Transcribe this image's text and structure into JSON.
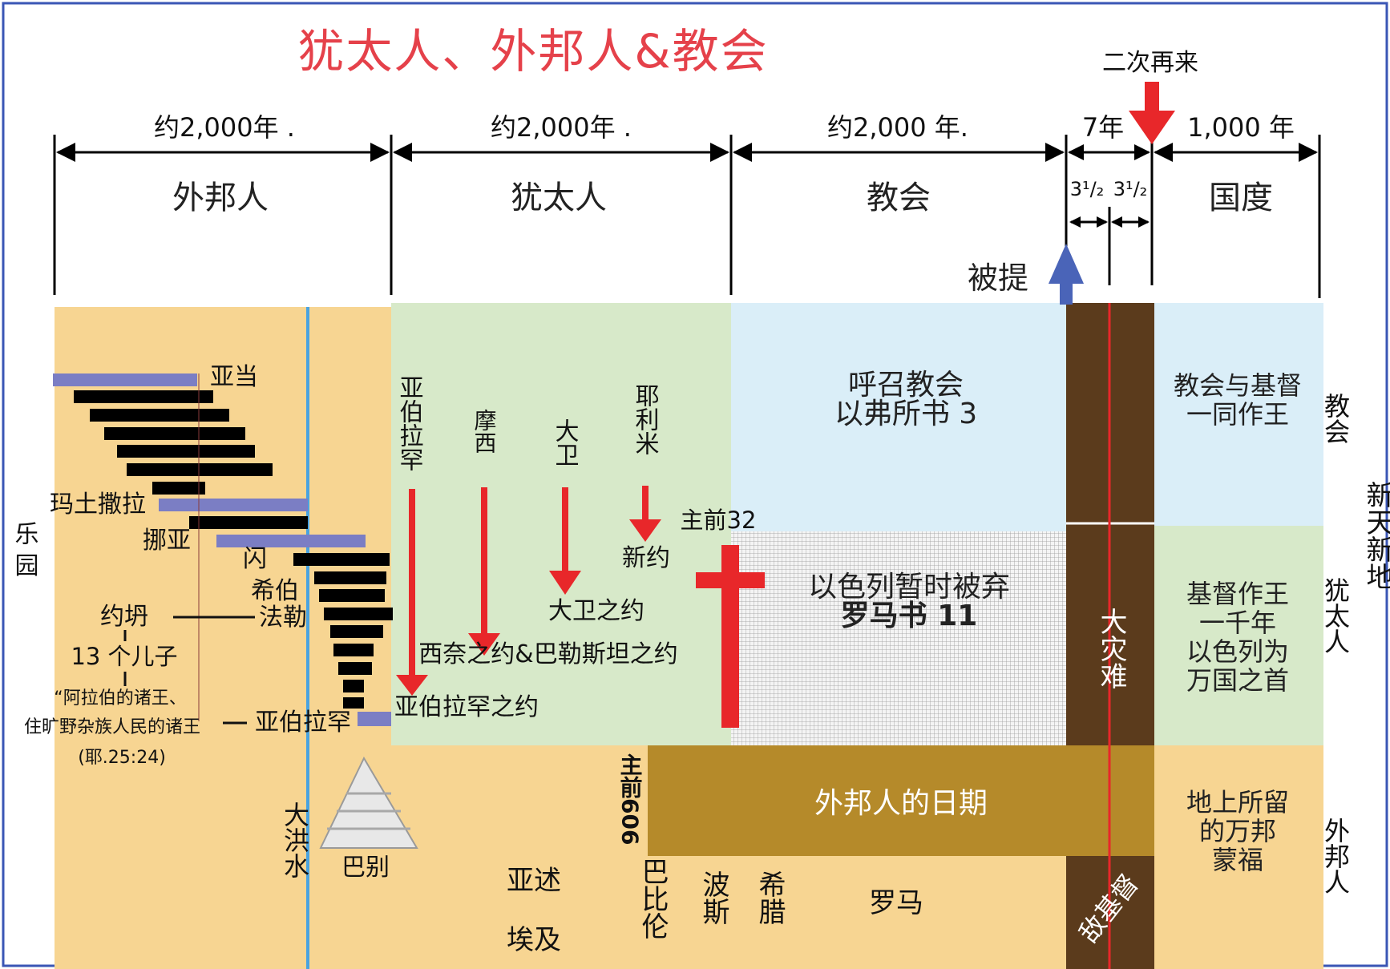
{
  "colors": {
    "frame": "#3a56b5",
    "title": "#e5414a",
    "gentile_bg": "#f7d592",
    "jew_bg": "#d7e9c9",
    "church_bg": "#daeef8",
    "tribulation": "#5b3b1c",
    "gentile_times": "#b58a2a",
    "bar_black": "#000000",
    "bar_blue": "#7b7ec4",
    "flood_line": "#4aa3e0",
    "arrow_red": "#e8272a",
    "arrow_blue": "#4a64b8",
    "grid_gray": "#c8c8c8"
  },
  "title": "犹太人、外邦人&教会",
  "second_coming": "二次再来",
  "rapture": "被提",
  "spans": {
    "gentile_years": "约2,000年 .",
    "jew_years": "约2,000年 .",
    "church_years": "约2,000 年.",
    "seven_years": "7年",
    "thousand_years": "1,000 年",
    "half_a": "3¹/₂",
    "half_b": "3¹/₂"
  },
  "eras": {
    "gentiles": "外邦人",
    "jews": "犹太人",
    "church": "教会",
    "kingdom": "国度"
  },
  "left_side": "乐 园",
  "right_side": "新天新地",
  "row_labels": {
    "church": "教会",
    "jews": "犹太人",
    "gentiles": "外邦人"
  },
  "patriarchs": {
    "adam": "亚当",
    "methuselah": "玛土撒拉",
    "noah": "挪亚",
    "shem": "闪",
    "eber_1": "希伯",
    "eber_2": "法勒",
    "joktan": "约坍",
    "sons": "13 个儿子",
    "quote_1": "“阿拉伯的诸王、",
    "quote_2": "住旷野杂族人民的诸王",
    "ref": "(耶.25:24)",
    "abraham": "亚伯拉罕"
  },
  "flood": "大洪水",
  "babel": "巴别",
  "covenants": {
    "abraham_v": "亚伯拉罕",
    "moses_v": "摩西",
    "david_v": "大卫",
    "jeremiah_v": "耶利米",
    "new": "新约",
    "davidic": "大卫之约",
    "sinai": "西奈之约&巴勒斯坦之约",
    "abrahamic": "亚伯拉罕之约"
  },
  "bc32": "主前32",
  "bc606": "主前606",
  "church_block": {
    "line1": "呼召教会",
    "line2": "以弗所书 3"
  },
  "israel_block": {
    "line1": "以色列暂时被弃",
    "line2": "罗马书 11"
  },
  "gentile_times": "外邦人的日期",
  "tribulation": "大灾难",
  "antichrist": "敌基督",
  "kingdom_church": {
    "line1": "教会与基督",
    "line2": "一同作王"
  },
  "kingdom_jews": {
    "line1": "基督作王",
    "line2": "一千年",
    "line3": "以色列为",
    "line4": "万国之首"
  },
  "kingdom_gentiles": {
    "line1": "地上所留",
    "line2": "的万邦",
    "line3": "蒙福"
  },
  "empires": {
    "assyria": "亚述",
    "egypt": "埃及",
    "babylon": "巴比伦",
    "persia": "波斯",
    "greece": "希腊",
    "rome": "罗马"
  }
}
